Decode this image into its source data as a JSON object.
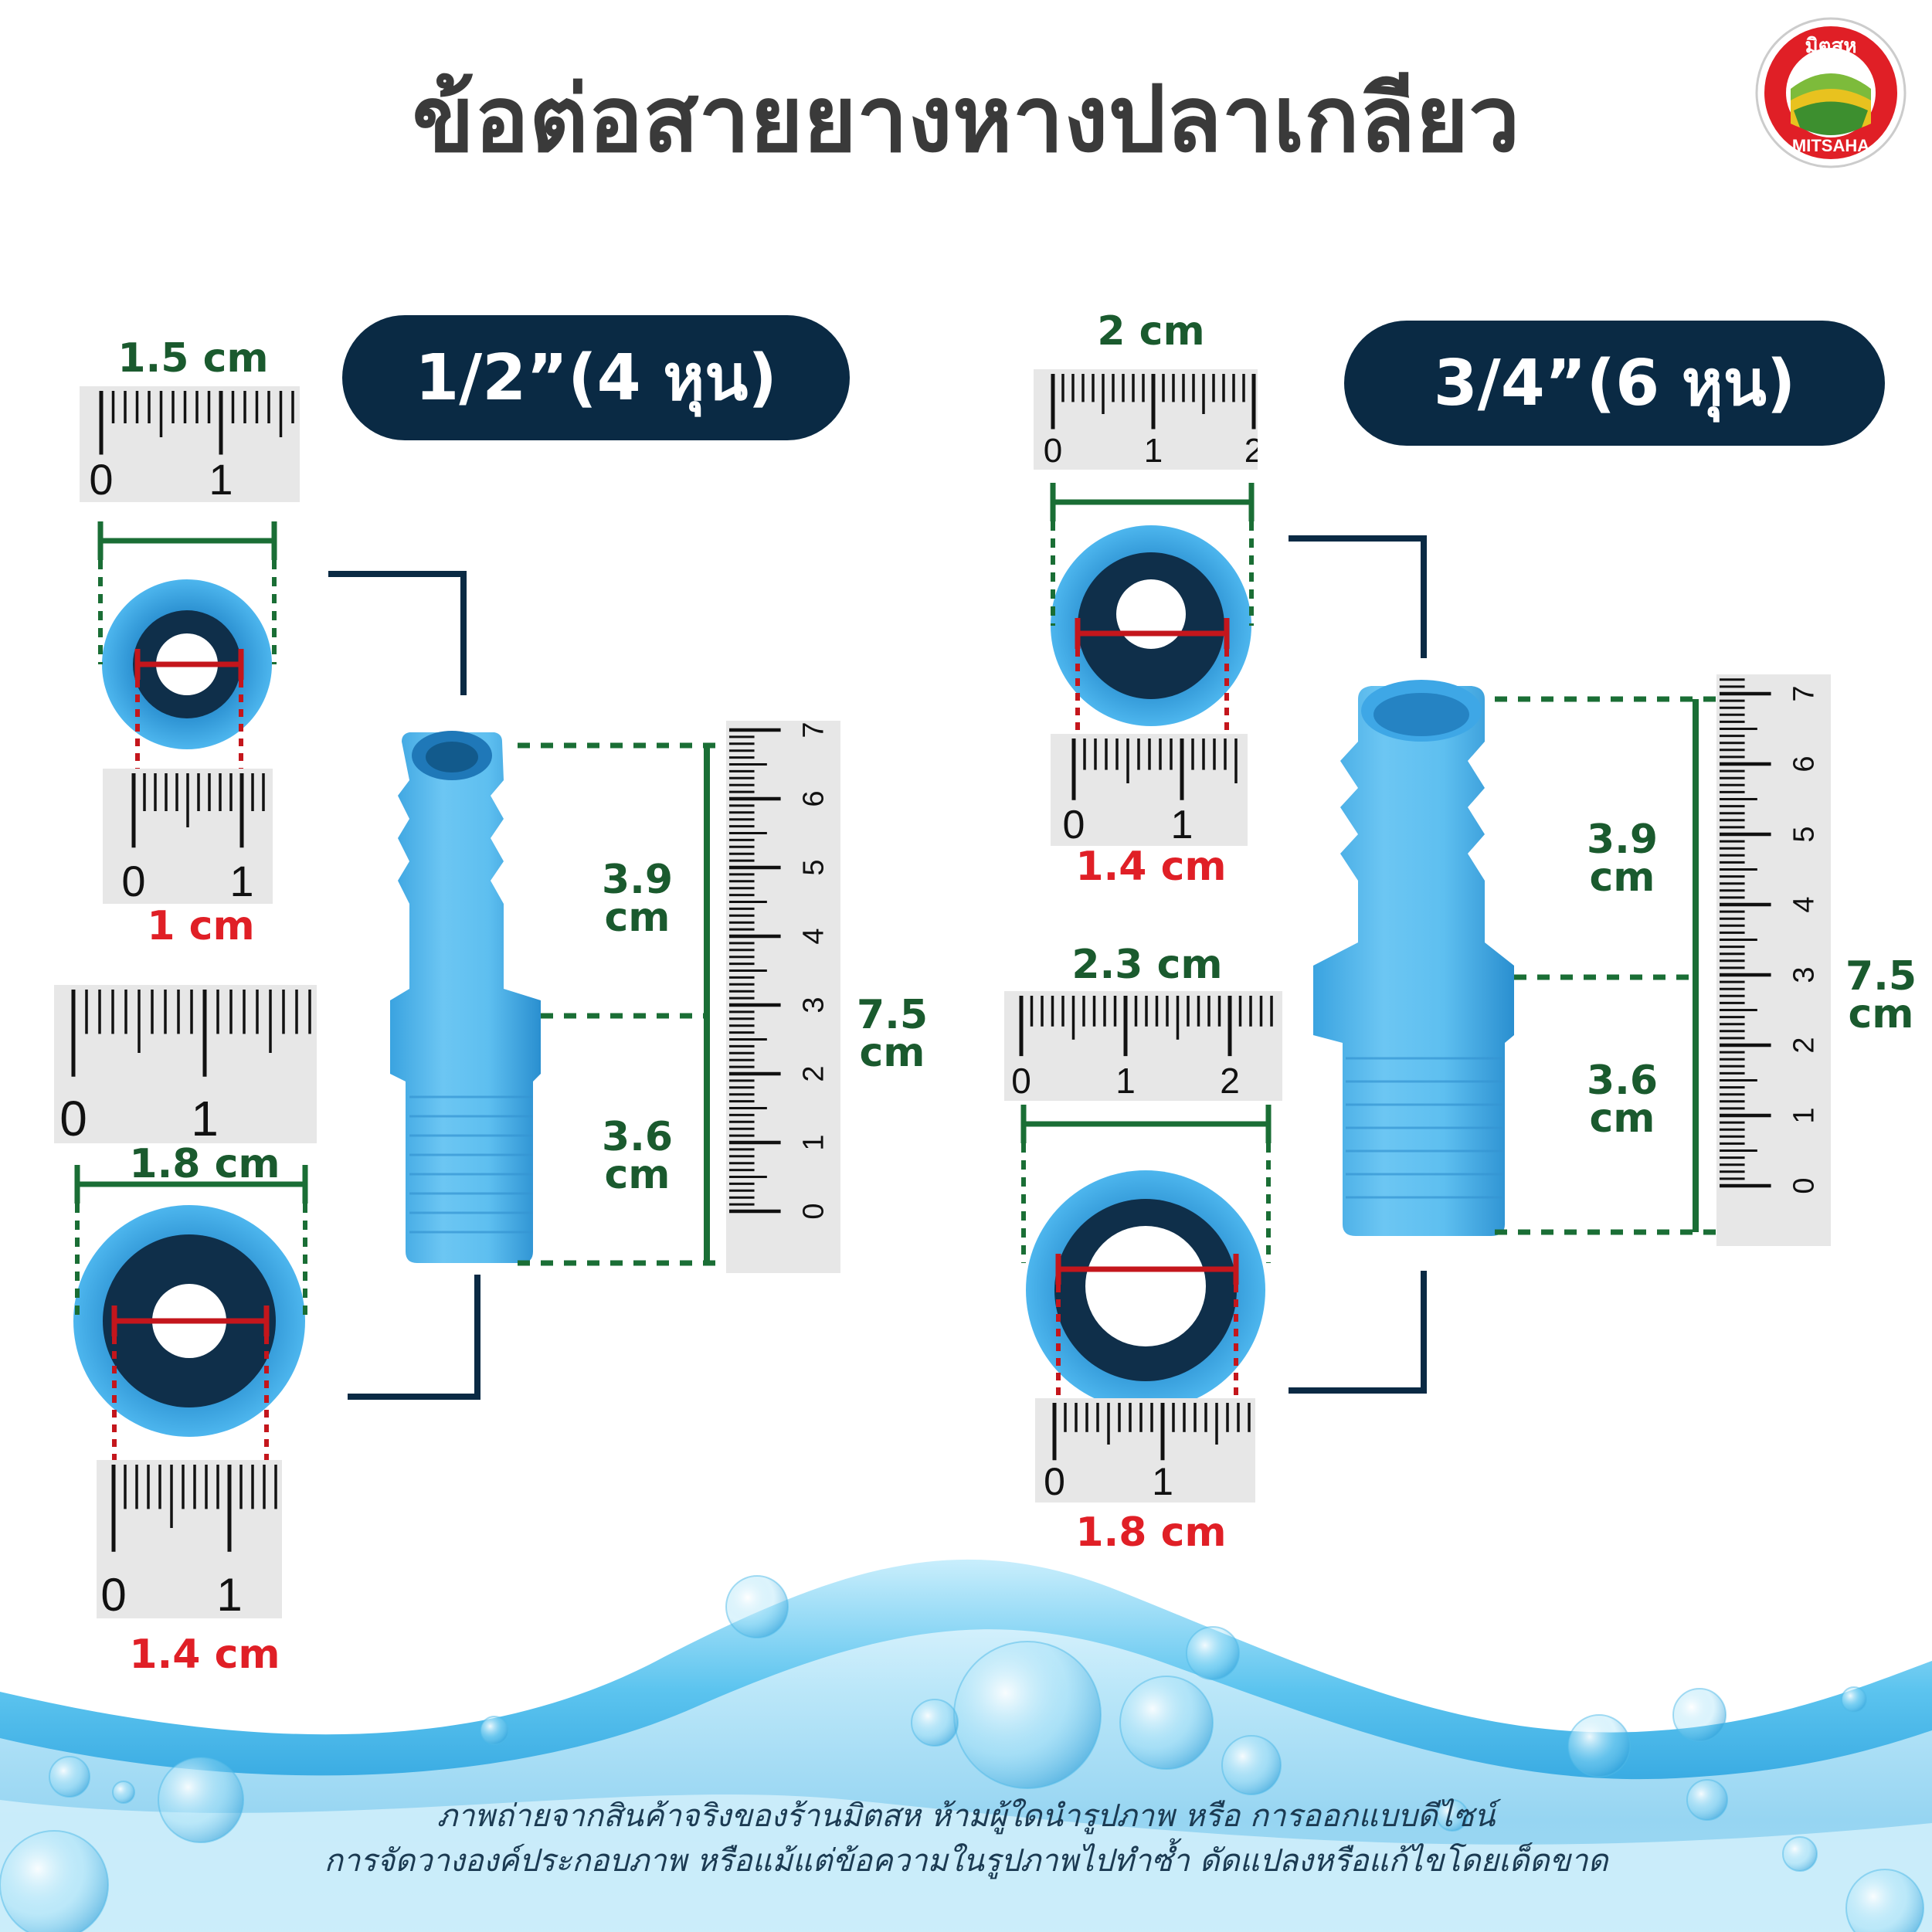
{
  "title": "ข้อต่อสายยางหางปลาเกลียว",
  "logo": {
    "top_text": "มิตสห",
    "bottom_text": "MITSAHA",
    "ring_color": "#e01f26"
  },
  "colors": {
    "navy": "#0a2a44",
    "green": "#1a6e35",
    "red": "#e01f26",
    "part_blue": "#4ab3ec",
    "part_dark": "#1b7dc4"
  },
  "sizes": [
    {
      "label": "1/2”(4 หุน)",
      "total_length": "7.5\ncm",
      "barb_length": "3.9\ncm",
      "thread_length": "3.6\ncm",
      "barb_outer": "1.5 cm",
      "barb_inner": "1 cm",
      "thread_outer": "1.8 cm",
      "thread_inner": "1.4 cm"
    },
    {
      "label": "3/4”(6 หุน)",
      "total_length": "7.5\ncm",
      "barb_length": "3.9\ncm",
      "thread_length": "3.6\ncm",
      "barb_outer": "2 cm",
      "barb_inner": "1.4 cm",
      "thread_outer": "2.3 cm",
      "thread_inner": "1.8 cm"
    }
  ],
  "ruler_ticks": {
    "two": [
      "0",
      "1",
      "2"
    ],
    "one": [
      "0",
      "1"
    ],
    "long": [
      "0",
      "1",
      "2",
      "3",
      "4",
      "5",
      "6",
      "7"
    ]
  },
  "footer": {
    "line1": "ภาพถ่ายจากสินค้าจริงของร้านมิตสห ห้ามผู้ใดนำรูปภาพ หรือ การออกแบบดีไซน์",
    "line2": "การจัดวางองค์ประกอบภาพ หรือแม้แต่ข้อความในรูปภาพไปทำซ้ำ ดัดแปลงหรือแก้ไขโดยเด็ดขาด"
  }
}
